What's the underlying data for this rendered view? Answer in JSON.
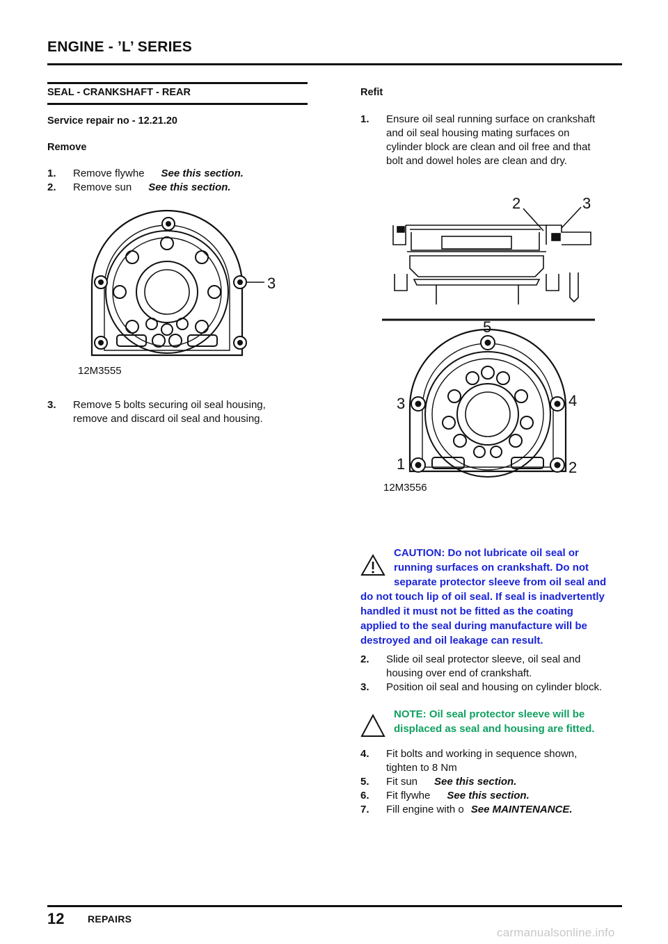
{
  "header": {
    "title": "ENGINE - ’L’ SERIES"
  },
  "left": {
    "section_title": "SEAL - CRANKSHAFT - REAR",
    "service_repair": "Service repair no - 12.21.20",
    "remove_heading": "Remove",
    "steps": [
      {
        "num": "1.",
        "text": "Remove flywhe",
        "ref": "See this section."
      },
      {
        "num": "2.",
        "text": "Remove sun",
        "ref": "See this section."
      },
      {
        "num": "3.",
        "line1": "Remove 5 bolts securing oil seal housing,",
        "line2": "remove and discard oil seal and housing."
      }
    ],
    "figure": {
      "caption": "12M3555",
      "callout": "3"
    }
  },
  "right": {
    "refit_heading": "Refit",
    "step1": {
      "num": "1.",
      "lines": [
        "Ensure oil seal running surface on crankshaft",
        "and oil seal housing mating surfaces on",
        "cylinder block are clean and oil free and that",
        "bolt and dowel holes are clean and dry."
      ]
    },
    "figure": {
      "caption": "12M3556",
      "top_labels": [
        "2",
        "3"
      ],
      "seq_labels": [
        "5",
        "3",
        "4",
        "1",
        "2"
      ]
    },
    "caution_lines": [
      "CAUTION: Do not lubricate oil seal or",
      "running surfaces on crankshaft. Do not",
      "separate protector sleeve from oil seal and",
      "do not touch lip of oil seal. If seal is inadvertently",
      "handled it must not be fitted as the coating",
      "applied to the seal during manufacture will be",
      "destroyed and oil leakage can result."
    ],
    "step2": {
      "num": "2.",
      "line1": "Slide oil seal protector sleeve, oil seal and",
      "line2": "housing over end of crankshaft."
    },
    "step3": {
      "num": "3.",
      "text": "Position oil seal and housing on cylinder block."
    },
    "note_lines": [
      "NOTE: Oil seal protector sleeve will be",
      "displaced as seal and housing are fitted."
    ],
    "step4": {
      "num": "4.",
      "line1": "Fit bolts and working in sequence shown,",
      "line2": "tighten to 8 Nm"
    },
    "step5": {
      "num": "5.",
      "text": "Fit sun",
      "ref": "See this section."
    },
    "step6": {
      "num": "6.",
      "text": "Fit flywhe",
      "ref": "See this section."
    },
    "step7": {
      "num": "7.",
      "text": "Fill engine with o",
      "ref": "See  MAINTENANCE."
    }
  },
  "footer": {
    "page_number": "12",
    "label": "REPAIRS",
    "watermark": "carmanualsonline.info"
  },
  "colors": {
    "caution": "#1b24d6",
    "note": "#10a060",
    "rule": "#111111"
  }
}
